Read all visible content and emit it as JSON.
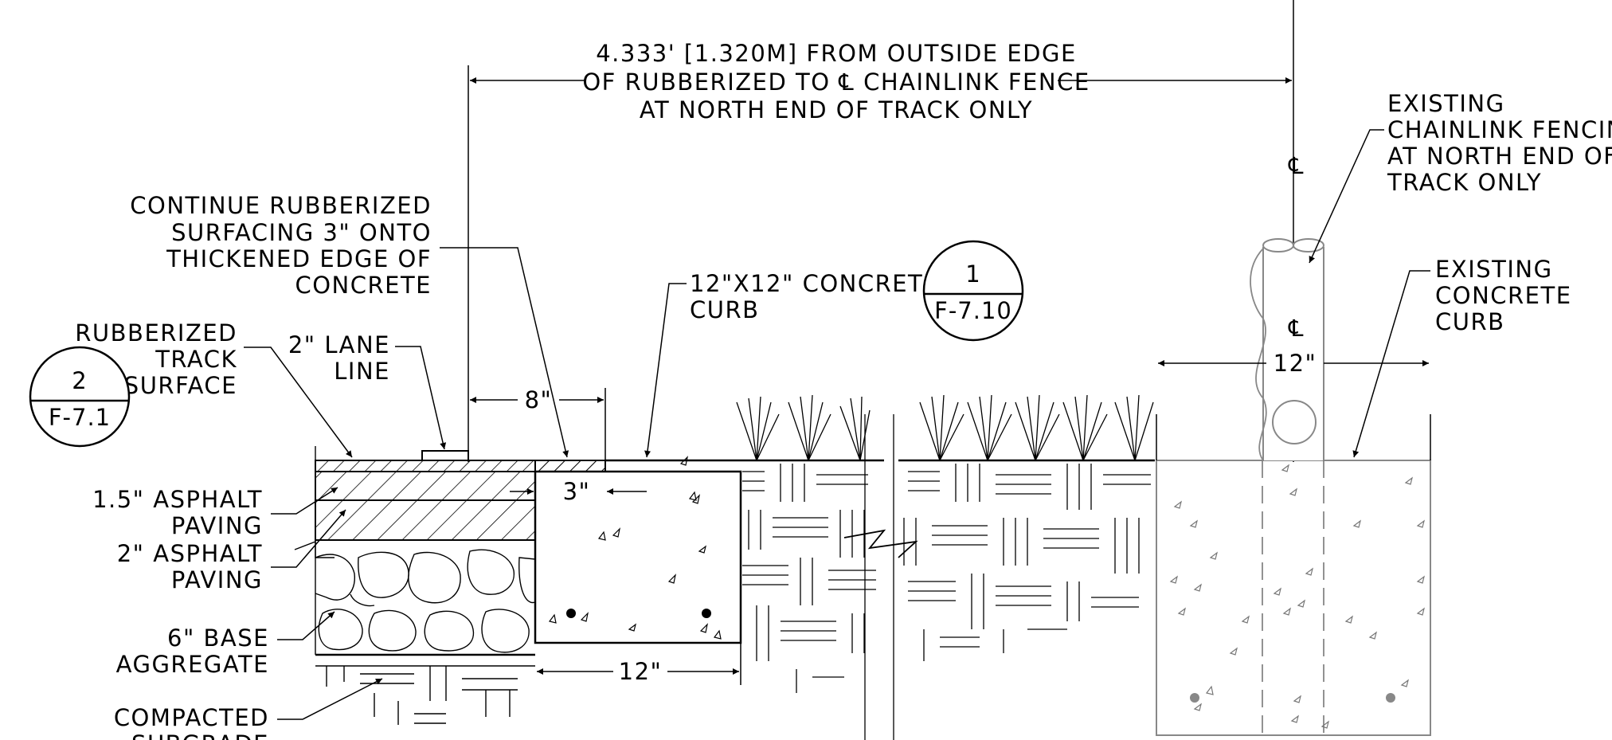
{
  "overall_dimension": {
    "line1": "4.333' [1.320M] FROM OUTSIDE EDGE",
    "line2": "OF RUBBERIZED TO ℄ CHAINLINK FENCE",
    "line3": "AT NORTH END OF TRACK ONLY"
  },
  "callouts": {
    "continue_rubberized": [
      "CONTINUE RUBBERIZED",
      "SURFACING 3\" ONTO",
      "THICKENED EDGE OF",
      "CONCRETE"
    ],
    "rubberized_track": [
      "RUBBERIZED",
      "TRACK",
      "SURFACE"
    ],
    "lane_line": [
      "2\" LANE",
      "LINE"
    ],
    "concrete_curb": [
      "12\"X12\" CONCRETE",
      "CURB"
    ],
    "asphalt_15": [
      "1.5\" ASPHALT",
      "PAVING"
    ],
    "asphalt_2": [
      "2\" ASPHALT",
      "PAVING"
    ],
    "base_aggregate": [
      "6\" BASE",
      "AGGREGATE"
    ],
    "subgrade": [
      "COMPACTED",
      "SUBGRADE"
    ],
    "existing_fencing": [
      "EXISTING",
      "CHAINLINK FENCING",
      "AT NORTH END OF",
      "TRACK ONLY"
    ],
    "existing_curb": [
      "EXISTING",
      "CONCRETE",
      "CURB"
    ]
  },
  "dimensions": {
    "eight_in": "8\"",
    "three_in": "3\"",
    "twelve_curb": "12\"",
    "twelve_existing": "12\""
  },
  "centerline_symbol": "℄",
  "detail_bubbles": [
    {
      "number": "1",
      "sheet": "F-7.10"
    },
    {
      "number": "2",
      "sheet": "F-7.1"
    }
  ]
}
